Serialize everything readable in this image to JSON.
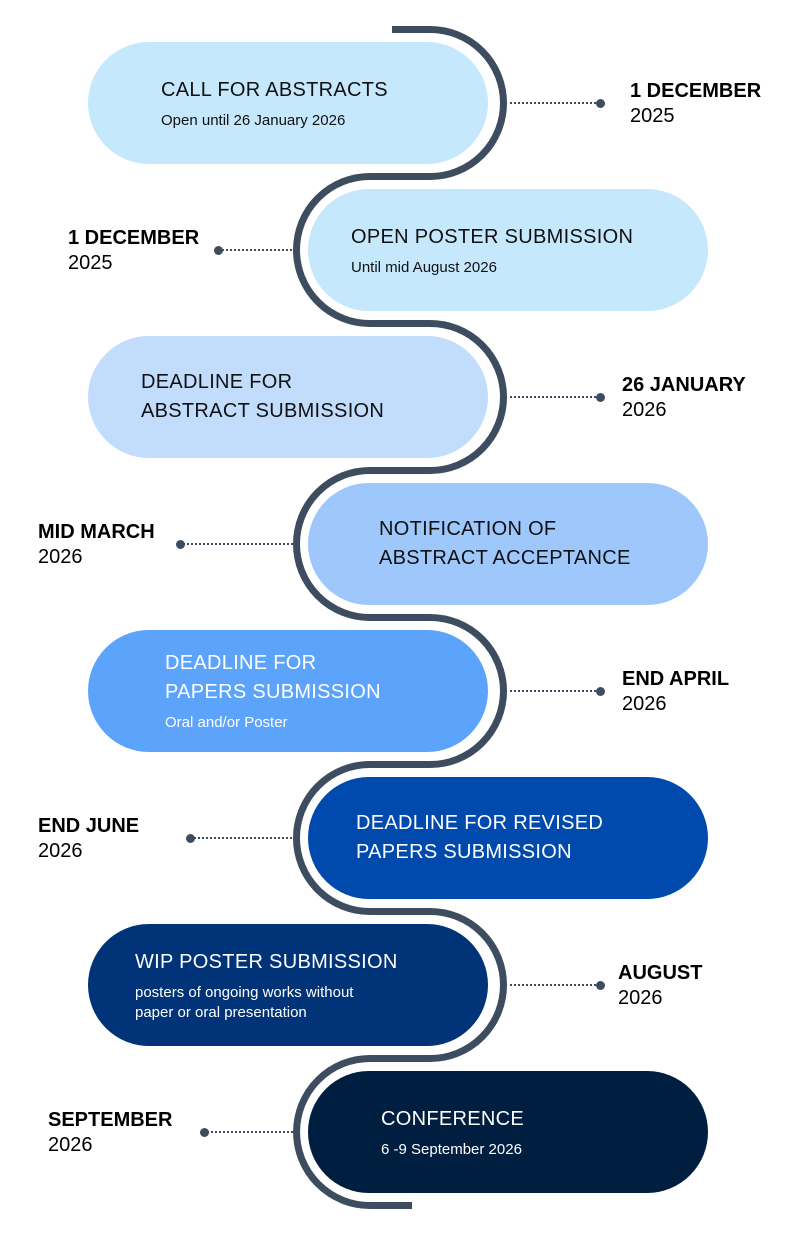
{
  "colors": {
    "path": "#3d4d5f"
  },
  "events": [
    {
      "title": "CALL FOR ABSTRACTS",
      "subtitle": "Open until 26 January 2026",
      "date": "1 DECEMBER",
      "year": "2025",
      "fill": "#c5e8fd",
      "text": "#111111"
    },
    {
      "title": "OPEN POSTER SUBMISSION",
      "subtitle": "Until mid August 2026",
      "date": "1 DECEMBER",
      "year": "2025",
      "fill": "#c5e8fd",
      "text": "#111111"
    },
    {
      "title": "DEADLINE FOR\nABSTRACT SUBMISSION",
      "subtitle": "",
      "date": "26 JANUARY",
      "year": "2026",
      "fill": "#c2dcfc",
      "text": "#111111"
    },
    {
      "title": "NOTIFICATION OF\nABSTRACT ACCEPTANCE",
      "subtitle": "",
      "date": "MID MARCH",
      "year": "2026",
      "fill": "#9ec7fb",
      "text": "#111111"
    },
    {
      "title": "DEADLINE FOR\nPAPERS SUBMISSION",
      "subtitle": " Oral and/or Poster",
      "date": "END APRIL",
      "year": "2026",
      "fill": "#5ca3fb",
      "text": "#ffffff"
    },
    {
      "title": "DEADLINE FOR REVISED\nPAPERS SUBMISSION",
      "subtitle": "",
      "date": "END JUNE",
      "year": "2026",
      "fill": "#004aad",
      "text": "#ffffff"
    },
    {
      "title": "WIP POSTER SUBMISSION",
      "subtitle": "posters of ongoing works without\npaper or oral presentation",
      "date": "AUGUST",
      "year": "2026",
      "fill": "#003377",
      "text": "#ffffff"
    },
    {
      "title": "CONFERENCE",
      "subtitle": "6 -9 September 2026",
      "date": "SEPTEMBER",
      "year": "2026",
      "fill": "#001e40",
      "text": "#ffffff"
    }
  ]
}
